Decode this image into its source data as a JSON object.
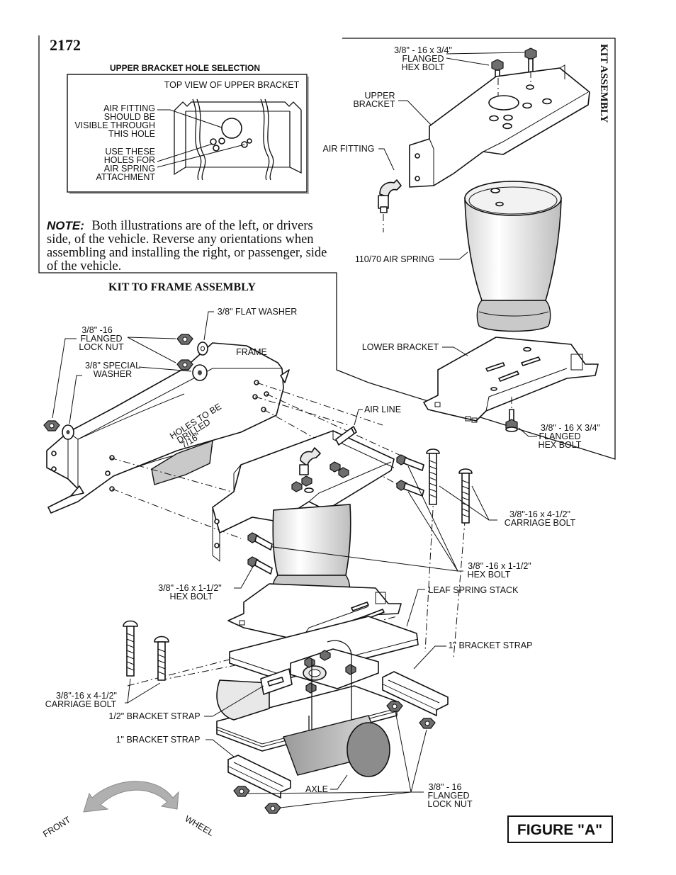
{
  "page_number": "2172",
  "figure_label": "FIGURE \"A\"",
  "upper_bracket": {
    "title": "UPPER BRACKET HOLE SELECTION",
    "top_view": "TOP VIEW OF UPPER BRACKET",
    "air_fitting_lines": [
      "AIR FITTING",
      "SHOULD BE",
      "VISIBLE THROUGH",
      "THIS HOLE"
    ],
    "use_holes_lines": [
      "USE THESE",
      "HOLES FOR",
      "AIR SPRING",
      "ATTACHMENT"
    ]
  },
  "note": {
    "label": "NOTE:",
    "lines": [
      "Both illustrations are of the left, or drivers",
      "side, of the vehicle.  Reverse any orientations when",
      "assembling and installing the right, or passenger, side",
      "of the vehicle."
    ]
  },
  "kit_assembly": {
    "title": "KIT ASSEMBLY",
    "flanged_hex_bolt_top": [
      "3/8\" - 16  x 3/4\"",
      "FLANGED",
      "HEX BOLT"
    ],
    "upper_bracket": [
      "UPPER",
      "BRACKET"
    ],
    "air_fitting": "AIR FITTING",
    "air_spring": "110/70 AIR SPRING",
    "lower_bracket": "LOWER BRACKET",
    "flanged_hex_bolt_bottom": [
      "3/8\" - 16  X 3/4\"",
      "FLANGED",
      "HEX BOLT"
    ]
  },
  "kit_to_frame": {
    "title": "KIT TO FRAME ASSEMBLY",
    "flat_washer": "3/8\" FLAT WASHER",
    "flanged_lock_nut": [
      "3/8\" -16",
      "FLANGED",
      "LOCK NUT"
    ],
    "special_washer": [
      "3/8\" SPECIAL",
      "WASHER"
    ],
    "frame": "FRAME",
    "holes_to_be_drilled": [
      "HOLES TO BE",
      "DRILLED",
      "7/16\""
    ],
    "air_line": "AIR LINE",
    "carriage_bolt_right": [
      "3/8\"-16 x 4-1/2\"",
      "CARRIAGE BOLT"
    ],
    "hex_bolt_right": [
      "3/8\"  -16 x 1-1/2\"",
      "HEX BOLT"
    ],
    "hex_bolt_left": [
      "3/8\" -16 x 1-1/2\"",
      "HEX BOLT"
    ],
    "leaf_spring_stack": "LEAF SPRING STACK",
    "bracket_strap_1_right": "1\" BRACKET STRAP",
    "carriage_bolt_left": [
      "3/8\"-16 x 4-1/2\"",
      "CARRIAGE BOLT"
    ],
    "bracket_strap_half": "1/2\" BRACKET STRAP",
    "bracket_strap_1_left": "1\" BRACKET STRAP",
    "axle": "AXLE",
    "lock_nut_bottom": [
      "3/8\" - 16",
      "FLANGED",
      "LOCK NUT"
    ],
    "front": "FRONT",
    "wheel": "WHEEL"
  }
}
